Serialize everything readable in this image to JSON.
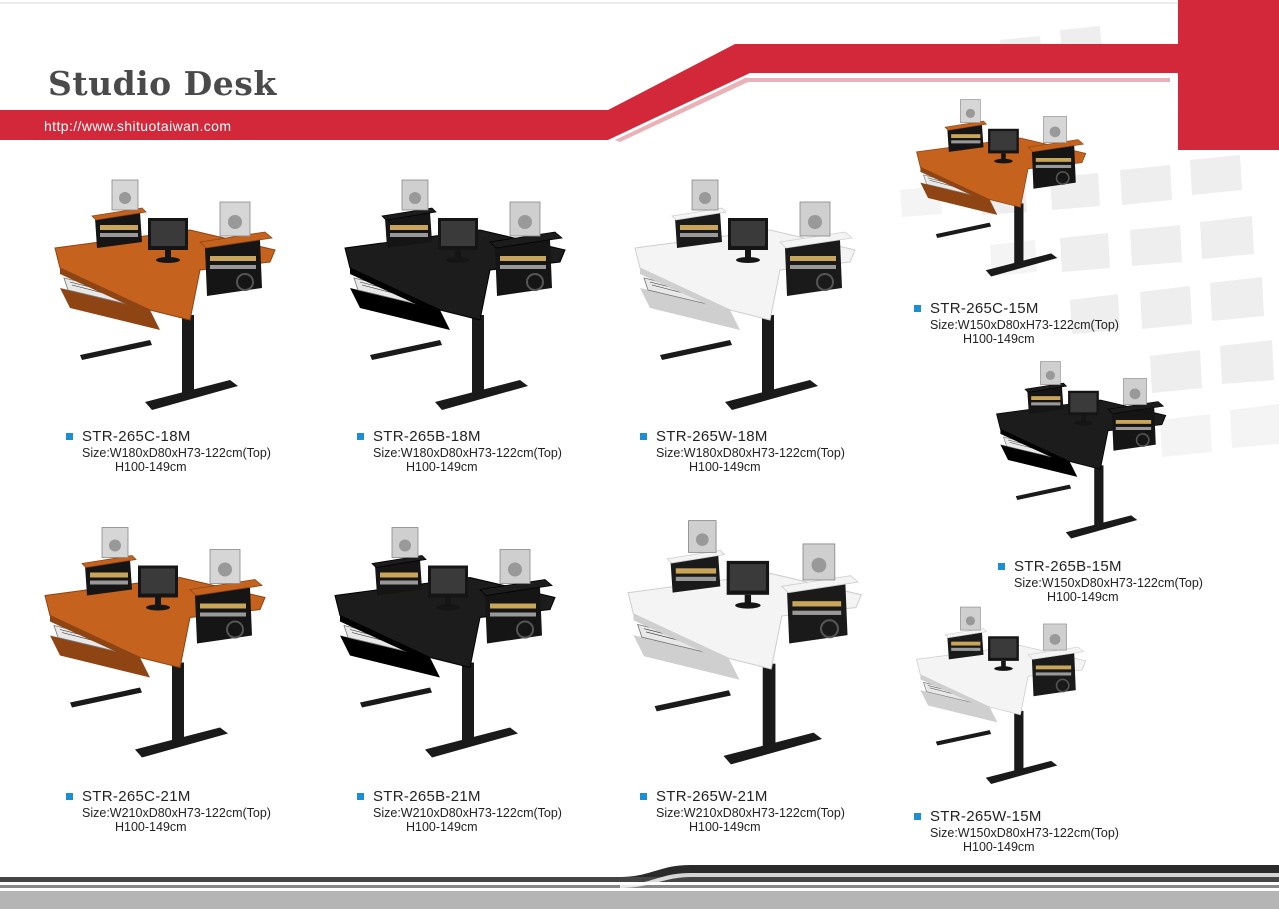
{
  "header": {
    "title": "Studio Desk",
    "url": "http://www.shituotaiwan.com",
    "accent_color": "#d3283a"
  },
  "finish_colors": {
    "C": "#c4621e",
    "B": "#1c1c1c",
    "W": "#f4f4f4"
  },
  "products": [
    {
      "model": "STR-265C-18M",
      "size": "Size:W180xD80xH73-122cm(Top)",
      "height": "H100-149cm",
      "finish": "C"
    },
    {
      "model": "STR-265B-18M",
      "size": "Size:W180xD80xH73-122cm(Top)",
      "height": "H100-149cm",
      "finish": "B"
    },
    {
      "model": "STR-265W-18M",
      "size": "Size:W180xD80xH73-122cm(Top)",
      "height": "H100-149cm",
      "finish": "W"
    },
    {
      "model": "STR-265C-15M",
      "size": "Size:W150xD80xH73-122cm(Top)",
      "height": "H100-149cm",
      "finish": "C"
    },
    {
      "model": "STR-265B-15M",
      "size": "Size:W150xD80xH73-122cm(Top)",
      "height": "H100-149cm",
      "finish": "B"
    },
    {
      "model": "STR-265C-21M",
      "size": "Size:W210xD80xH73-122cm(Top)",
      "height": "H100-149cm",
      "finish": "C"
    },
    {
      "model": "STR-265B-21M",
      "size": "Size:W210xD80xH73-122cm(Top)",
      "height": "H100-149cm",
      "finish": "B"
    },
    {
      "model": "STR-265W-21M",
      "size": "Size:W210xD80xH73-122cm(Top)",
      "height": "H100-149cm",
      "finish": "W"
    },
    {
      "model": "STR-265W-15M",
      "size": "Size:W150xD80xH73-122cm(Top)",
      "height": "H100-149cm",
      "finish": "W"
    }
  ]
}
